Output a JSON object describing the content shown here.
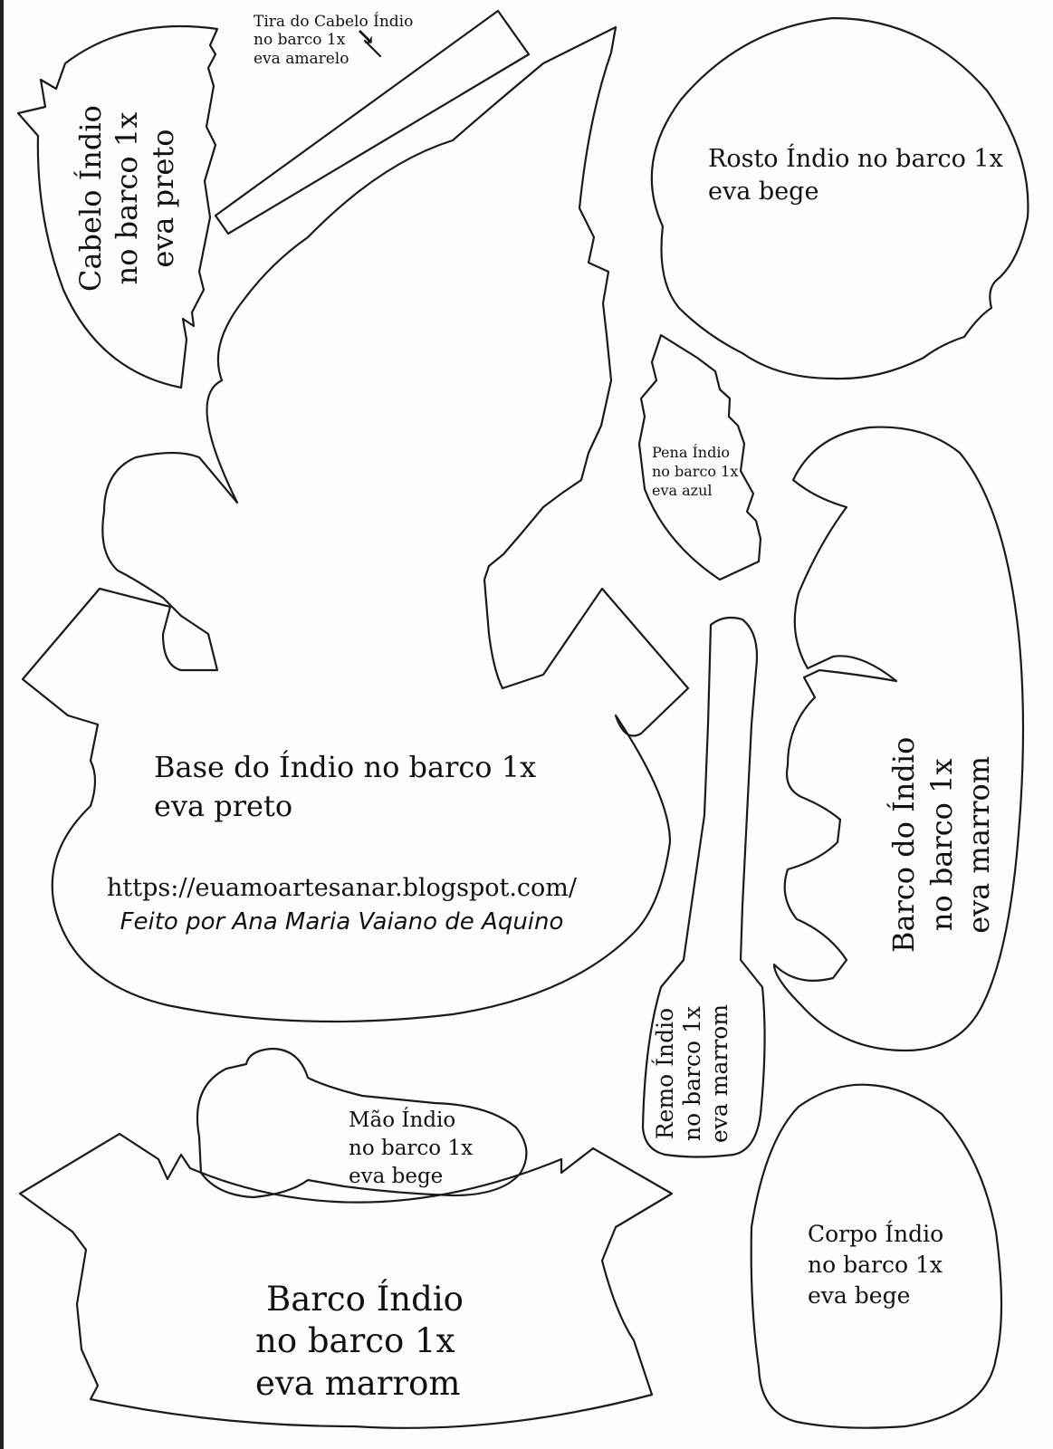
{
  "pieces": {
    "hair_strip": {
      "lines": [
        "Tira do Cabelo Índio",
        "no barco 1x",
        "eva amarelo"
      ],
      "arrow": "↘"
    },
    "hair": {
      "lines": [
        "Cabelo Índio",
        "no barco 1x",
        "eva preto"
      ]
    },
    "face": {
      "lines": [
        "Rosto Índio no barco 1x",
        "eva bege"
      ]
    },
    "feather": {
      "lines": [
        "Pena Índio",
        "no barco 1x",
        "eva azul"
      ]
    },
    "base": {
      "lines": [
        "Base do Índio no barco 1x",
        "eva preto"
      ]
    },
    "boat_side": {
      "lines": [
        "Barco do Índio",
        "no barco 1x",
        "eva marrom"
      ]
    },
    "paddle": {
      "lines": [
        "Remo Índio",
        "no barco 1x",
        "eva marrom"
      ]
    },
    "hand": {
      "lines": [
        "Mão Índio",
        "no barco 1x",
        "eva bege"
      ]
    },
    "boat_front": {
      "lines": [
        "Barco Índio",
        "no barco 1x",
        "eva marrom"
      ]
    },
    "body": {
      "lines": [
        "Corpo Índio",
        "no barco 1x",
        "eva bege"
      ]
    }
  },
  "credits": {
    "url": "https://euamoartesanar.blogspot.com/",
    "author": "Feito por Ana Maria Vaiano de Aquino"
  },
  "colors": {
    "paper": "#fdfdfd",
    "ink": "#1a1a1a"
  }
}
